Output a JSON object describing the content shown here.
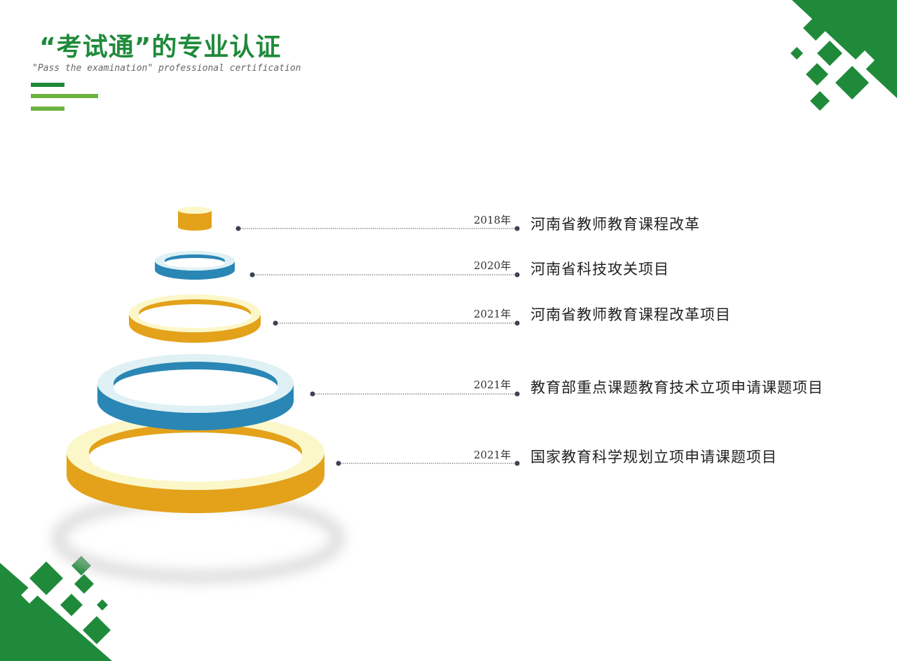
{
  "header": {
    "title": "“考试通”的专业认证",
    "subtitle": "\"Pass the examination\" professional certification"
  },
  "colors": {
    "brand_green": "#1f8a3a",
    "light_green": "#6db33f",
    "ring_gold": "#e3a21a",
    "ring_blue": "#2a86b4"
  },
  "milestones": [
    {
      "year": "2018年",
      "label": "河南省教师教育课程改革",
      "ring_color": "gold"
    },
    {
      "year": "2020年",
      "label": "河南省科技攻关项目",
      "ring_color": "blue"
    },
    {
      "year": "2021年",
      "label": "河南省教师教育课程改革项目",
      "ring_color": "gold"
    },
    {
      "year": "2021年",
      "label": "教育部重点课题教育技术立项申请课题项目",
      "ring_color": "blue"
    },
    {
      "year": "2021年",
      "label": "国家教育科学规划立项申请课题项目",
      "ring_color": "gold"
    }
  ]
}
